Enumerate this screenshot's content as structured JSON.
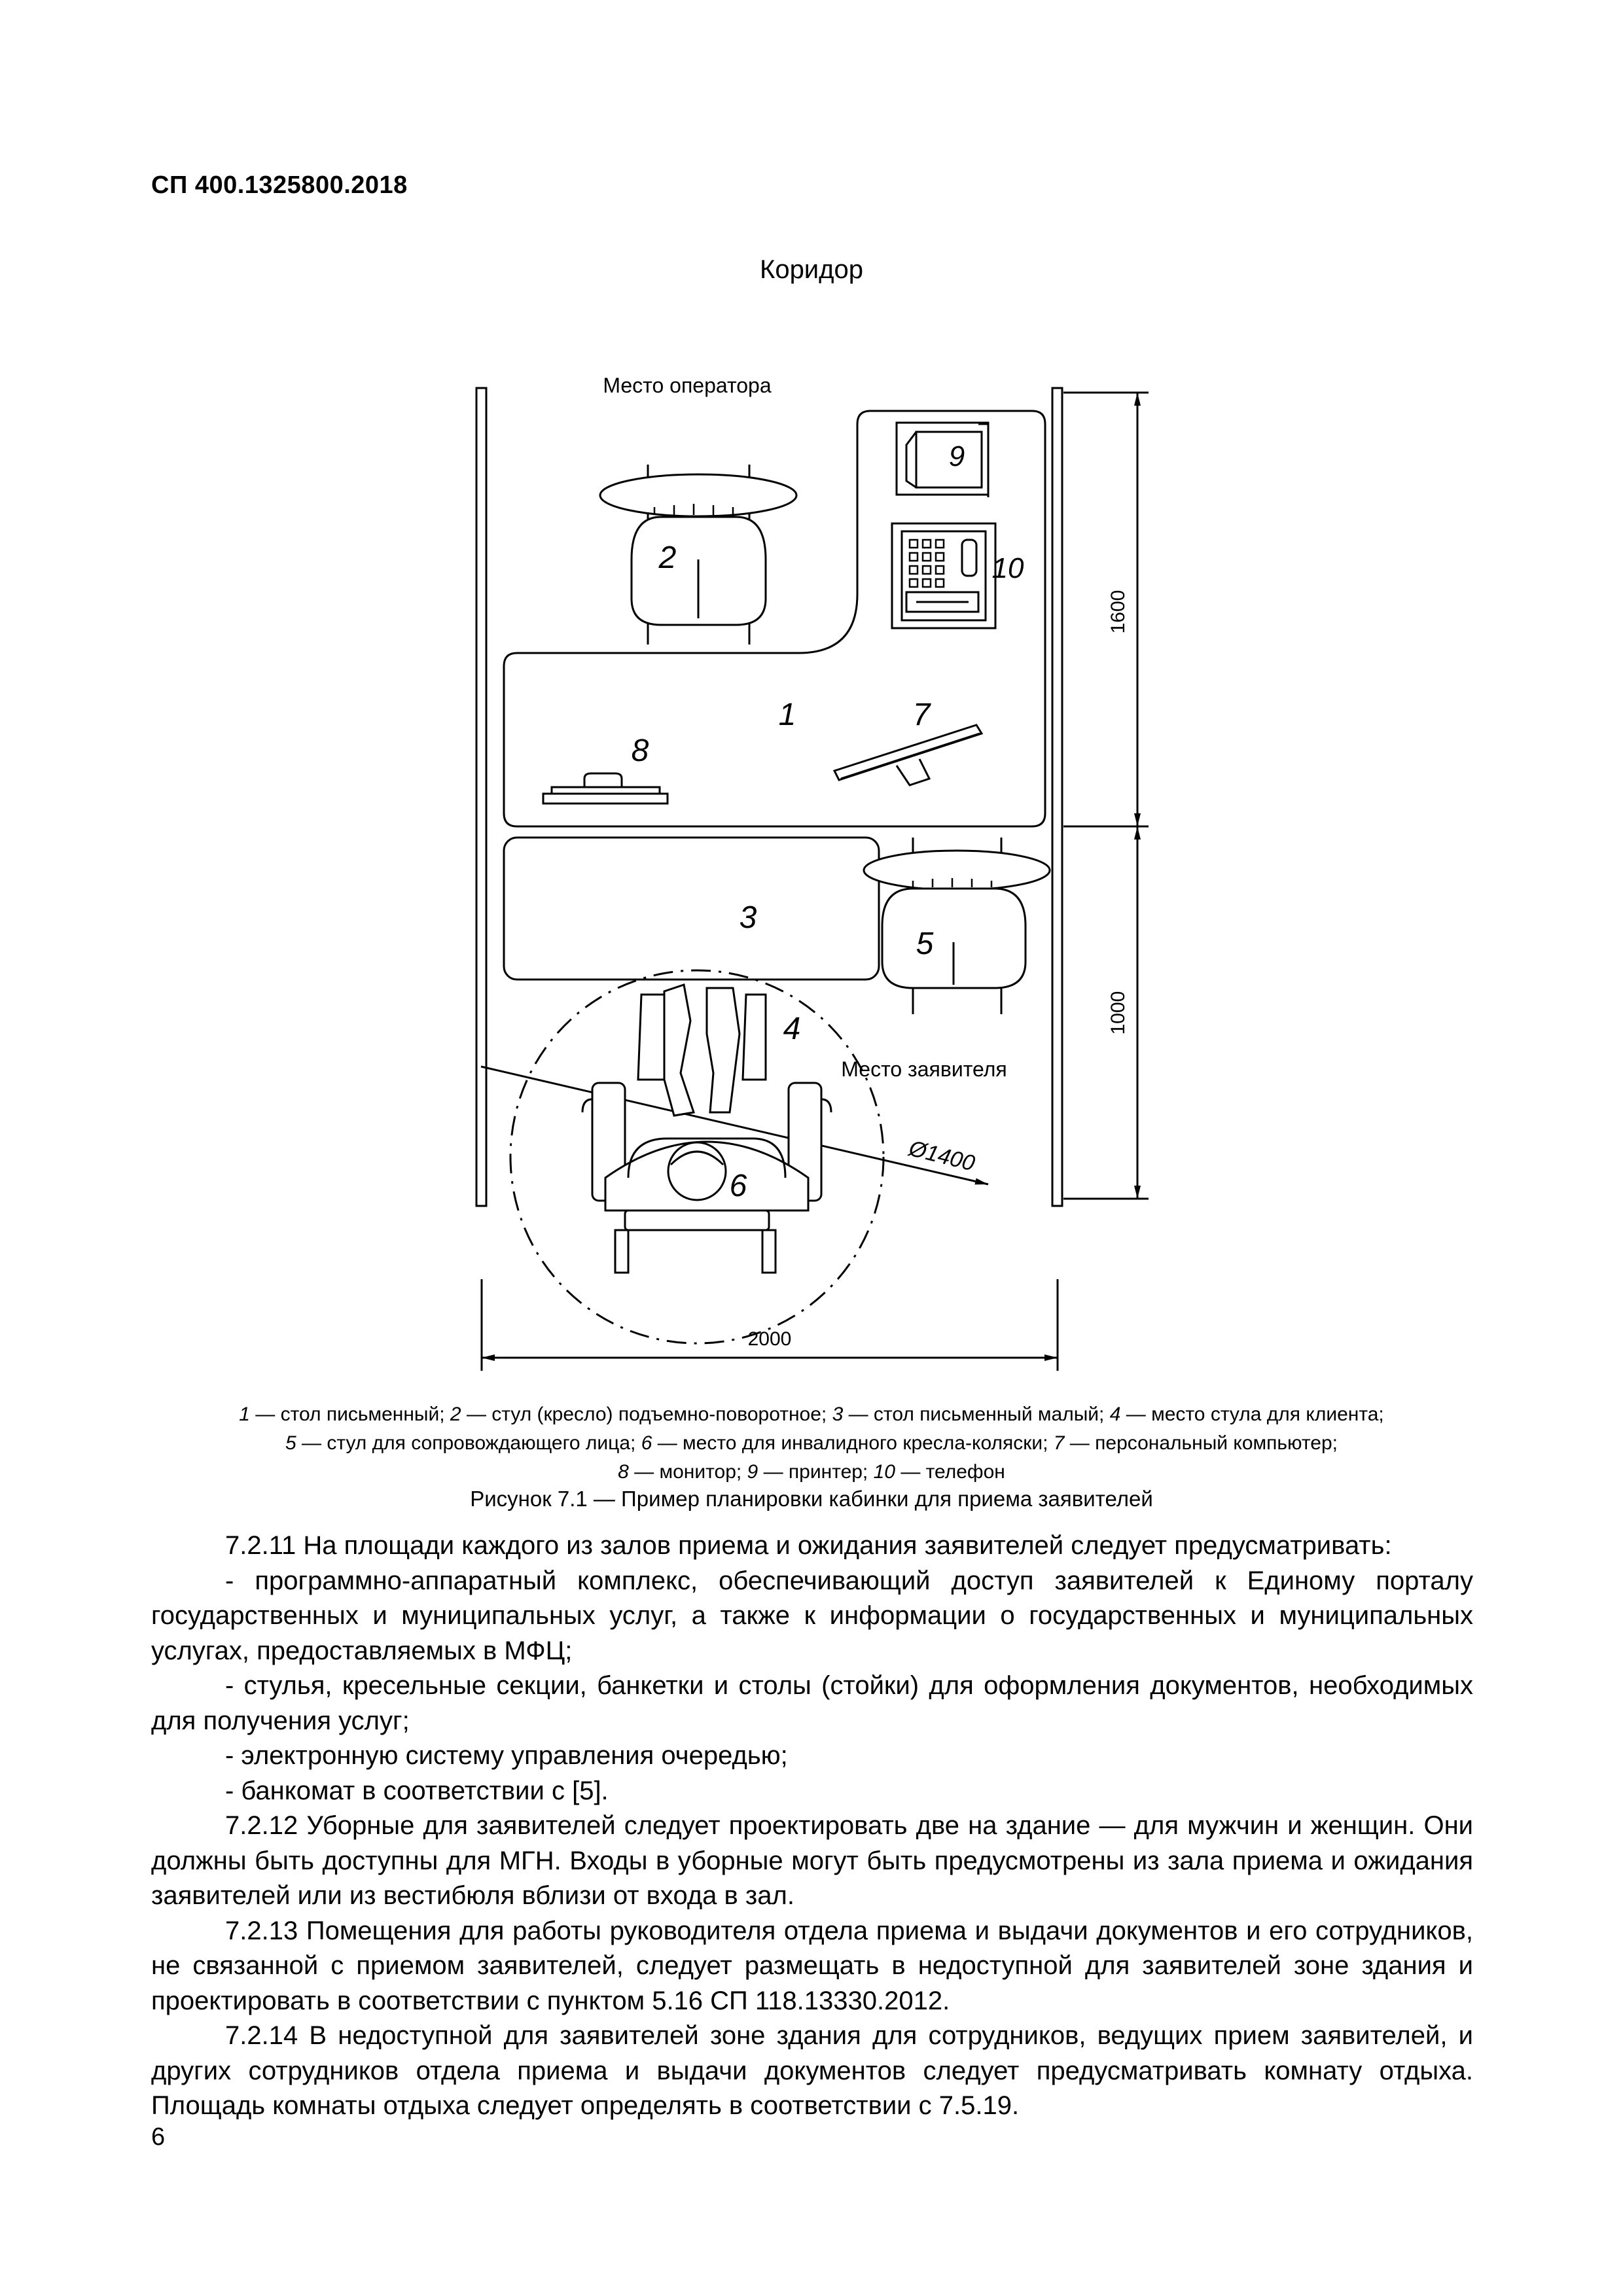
{
  "header": {
    "doc_code": "СП 400.1325800.2018"
  },
  "figure": {
    "corridor_label": "Коридор",
    "operator_label": "Место оператора",
    "applicant_label": "Место заявителя",
    "dim_1600": "1600",
    "dim_1000": "1000",
    "dim_2000": "2000",
    "diameter_label": "Ø1400",
    "items": {
      "n1": "1",
      "n2": "2",
      "n3": "3",
      "n4": "4",
      "n5": "5",
      "n6": "6",
      "n7": "7",
      "n8": "8",
      "n9": "9",
      "n10": "10"
    },
    "legend": [
      [
        {
          "n": "1",
          "t": " — стол письменный; "
        },
        {
          "n": "2",
          "t": " — стул (кресло) подъемно-поворотное; "
        },
        {
          "n": "3",
          "t": " — стол письменный малый; "
        },
        {
          "n": "4",
          "t": " — место стула для клиента;"
        }
      ],
      [
        {
          "n": "5",
          "t": " — стул для сопровождающего лица; "
        },
        {
          "n": "6",
          "t": " — место для инвалидного кресла-коляски; "
        },
        {
          "n": "7",
          "t": " — персональный компьютер;"
        }
      ],
      [
        {
          "n": "8",
          "t": " — монитор; "
        },
        {
          "n": "9",
          "t": " — принтер; "
        },
        {
          "n": "10",
          "t": " — телефон"
        }
      ]
    ],
    "caption": "Рисунок 7.1 — Пример планировки кабинки для приема заявителей"
  },
  "body": {
    "paragraphs": [
      "7.2.11 На площади каждого из залов приема и ожидания заявителей следует предусматривать:",
      "- программно-аппаратный комплекс, обеспечивающий доступ заявителей к Единому порталу государственных и муниципальных услуг, а также к информации о государственных и муниципальных услугах, предоставляемых в МФЦ;",
      "- стулья, кресельные секции, банкетки и столы (стойки) для оформления документов, необходимых для получения услуг;",
      "- электронную систему управления очередью;",
      "- банкомат в соответствии с [5].",
      "7.2.12 Уборные для заявителей следует проектировать две на здание — для мужчин и женщин. Они должны быть доступны для МГН. Входы в уборные могут быть предусмотрены из зала приема и ожидания заявителей или из вестибюля вблизи от входа в зал.",
      "7.2.13 Помещения для работы руководителя отдела приема и выдачи документов и его сотрудников, не связанной с приемом заявителей, следует размещать в недоступной для заявителей зоне здания и проектировать в соответствии с пунктом 5.16 СП 118.13330.2012.",
      "7.2.14 В недоступной для заявителей зоне здания для сотрудников, ведущих прием заявителей, и других сотрудников отдела приема и выдачи документов следует предусматривать комнату отдыха. Площадь комнаты отдыха следует определять в соответствии с 7.5.19."
    ]
  },
  "footer": {
    "page_number": "6"
  }
}
